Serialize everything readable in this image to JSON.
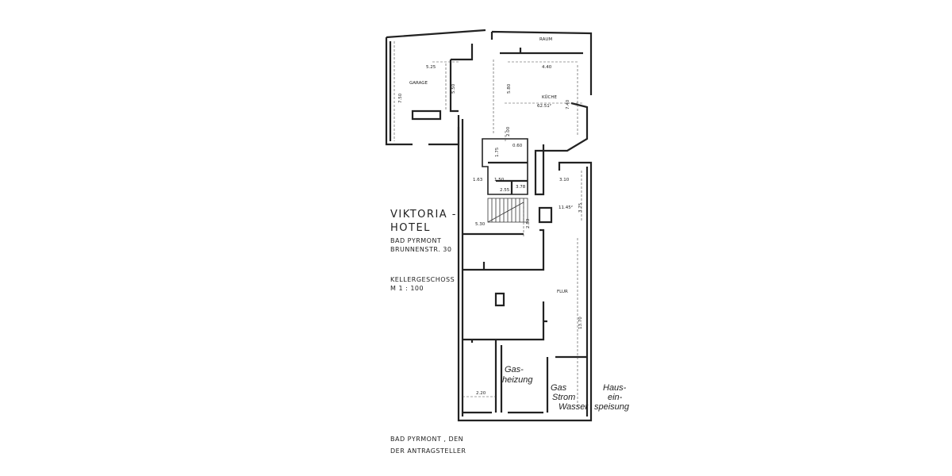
{
  "title": {
    "line1": "VIKTORIA -",
    "line2": "HOTEL"
  },
  "address": {
    "city": "BAD PYRMONT",
    "street": "BRUNNENSTR. 30"
  },
  "floor": {
    "name": "KELLERGESCHOSS",
    "scale": "M 1 : 100"
  },
  "footer": {
    "place_date": "BAD  PYRMONT , DEN",
    "applicant": "DER  ANTRAGSTELLER"
  },
  "rooms": {
    "garage": "GARAGE",
    "raum": "RAUM",
    "kueche": "KÜCHE",
    "kueche_area": "62.51²",
    "flur": "FLUR",
    "room_area": "11.45²"
  },
  "dimensions": [
    "5.25",
    "7.50",
    "5.50",
    "5.80",
    "4.40",
    "7.40",
    "2.00",
    "1.75",
    "0.60",
    "1.63",
    "1.50",
    "2.55",
    "3.78",
    "2.83",
    "5.30",
    "3.10",
    "3.75",
    "13.70",
    "2.20"
  ],
  "handwritten": {
    "gasheizung_1": "Gas-",
    "gasheizung_2": "heizung",
    "gsw_1": "Gas",
    "gsw_2": "Strom",
    "gsw_3": "Wasser",
    "haus_1": "Haus-",
    "haus_2": "ein-",
    "haus_3": "speisung"
  }
}
